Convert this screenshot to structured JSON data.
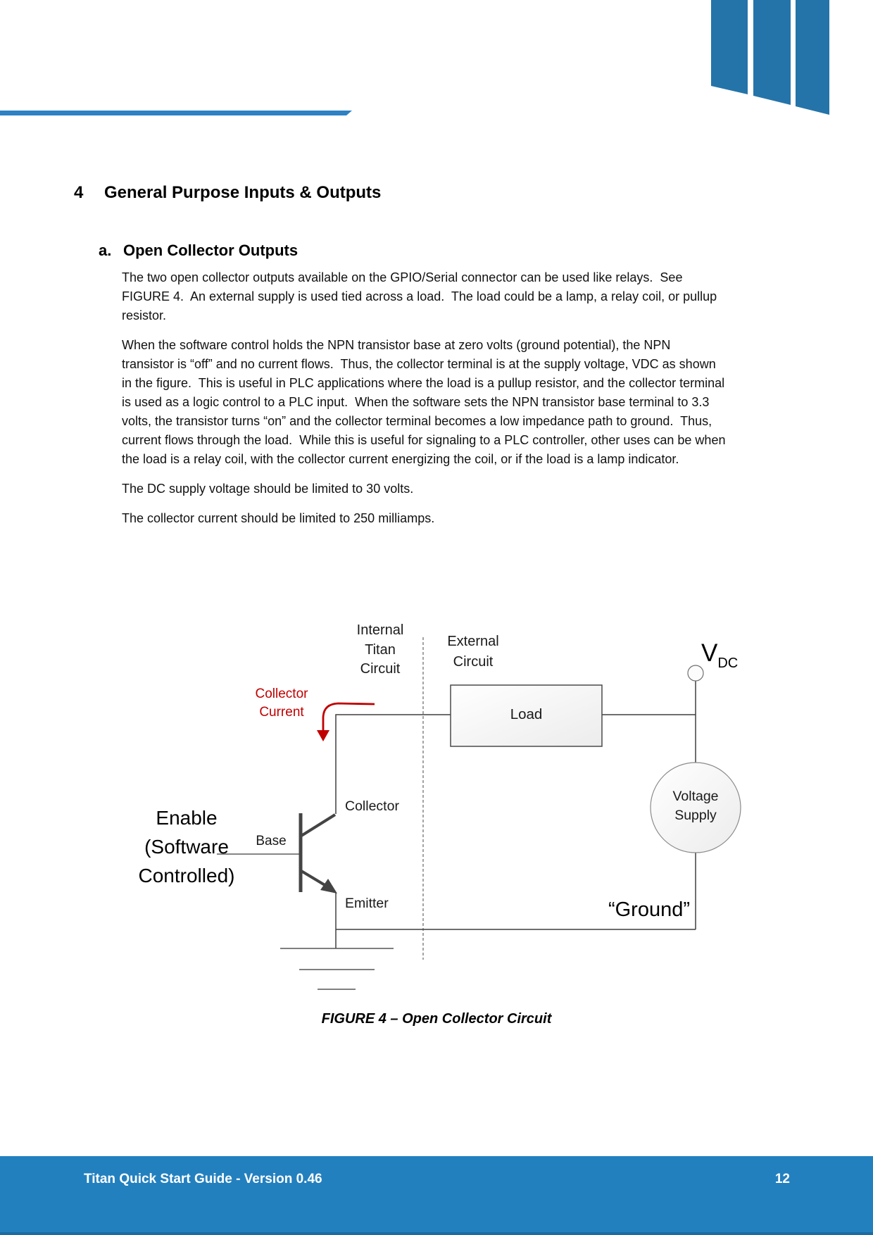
{
  "header": {
    "logo_icon": "titan-three-bars-logo"
  },
  "section": {
    "number": "4",
    "title": "General Purpose Inputs & Outputs"
  },
  "subsection": {
    "label": "a.",
    "title": "Open Collector Outputs"
  },
  "paragraphs": [
    "The two open collector outputs available on the GPIO/Serial connector can be used like relays.  See FIGURE 4.  An external supply is used tied across a load.  The load could be a lamp, a relay coil, or pullup resistor.",
    "When the software control holds the NPN transistor base at zero volts (ground potential), the NPN transistor is “off” and no current flows.  Thus, the collector terminal is at the supply voltage, VDC as shown in the figure.  This is useful in PLC applications where the load is a pullup resistor, and the collector terminal is used as a logic control to a PLC input.  When the software sets the NPN transistor base terminal to 3.3 volts, the transistor turns “on” and the collector terminal becomes a low impedance path to ground.  Thus, current flows through the load.  While this is useful for signaling to a PLC controller, other uses can be when the load is a relay coil, with the collector current energizing the coil, or if the load is a lamp indicator.",
    "The DC supply voltage should be limited to 30 volts.",
    "The collector current should be limited to 250 milliamps."
  ],
  "figure": {
    "caption": "FIGURE 4 – Open Collector Circuit",
    "labels": {
      "internal": [
        "Internal",
        "Titan",
        "Circuit"
      ],
      "external": [
        "External",
        "Circuit"
      ],
      "collector_current": [
        "Collector",
        "Current"
      ],
      "enable": [
        "Enable",
        "(Software",
        "Controlled)"
      ],
      "base": "Base",
      "collector": "Collector",
      "emitter": "Emitter",
      "load": "Load",
      "vdc_main": "V",
      "vdc_sub": "DC",
      "voltage_supply": [
        "Voltage",
        "Supply"
      ],
      "ground": "“Ground”"
    }
  },
  "footer": {
    "title": "Titan Quick Start Guide - Version 0.46",
    "page_number": "12"
  },
  "colors": {
    "logo_blue": "#2474a9",
    "rule_blue": "#2d81c4",
    "footer_blue": "#2380bf",
    "footer_strip_blue": "#1b6ca3",
    "annotation_red": "#c00000",
    "wire_gray": "#3f3f3f"
  }
}
